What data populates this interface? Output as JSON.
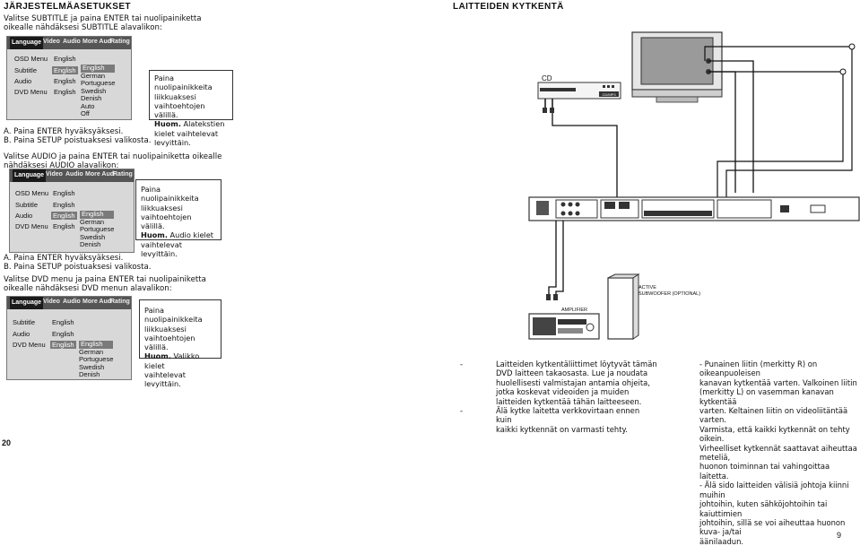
{
  "header": {
    "left": "JÄRJESTELMÄASETUKSET",
    "right": "LAITTEIDEN KYTKENTÄ"
  },
  "section1": {
    "intro": [
      "Valitse SUBTITLE ja paina ENTER tai nuolipainiketta",
      "oikealle nähdäksesi SUBTITLE alavalikon:"
    ],
    "tabs": [
      "Language",
      "Video",
      "Audio",
      "More Aud",
      "Rating"
    ],
    "rows": [
      "OSD Menu",
      "Subtitle",
      "Audio",
      "DVD Menu"
    ],
    "values": [
      "English",
      "English",
      "English",
      "English"
    ],
    "submenu": [
      "English",
      "German",
      "Portuguese",
      "Swedish",
      "Denish",
      "Auto",
      "Off"
    ],
    "callout": [
      "Paina nuolipainikkeita",
      "liikkuaksesi",
      "vaihtoehtojen välillä."
    ],
    "callout_bold": "Huom.",
    "callout_rest": [
      " Alatekstien",
      "kielet vaihtelevat",
      "levyittäin."
    ],
    "steps": [
      "A. Paina ENTER hyväksyäksesi.",
      "B. Paina SETUP poistuaksesi valikosta."
    ]
  },
  "section2": {
    "intro": [
      "Valitse AUDIO ja paina ENTER tai nuolipainiketta oikealle",
      "nähdäksesi AUDIO alavalikon:"
    ],
    "tabs": [
      "Language",
      "Video",
      "Audio",
      "More Aud",
      "Rating"
    ],
    "rows": [
      "OSD Menu",
      "Subtitle",
      "Audio",
      "DVD Menu"
    ],
    "values": [
      "English",
      "English",
      "English",
      "English"
    ],
    "submenu": [
      "English",
      "German",
      "Portuguese",
      "Swedish",
      "Denish"
    ],
    "callout": [
      "Paina nuolipainikkeita",
      "liikkuaksesi",
      "vaihtoehtojen välillä."
    ],
    "callout_bold": "Huom.",
    "callout_rest": [
      " Audio kielet",
      "vaihtelevat levyittäin."
    ],
    "steps": [
      "A. Paina ENTER hyväksyäksesi.",
      "B. Paina SETUP poistuaksesi valikosta."
    ]
  },
  "section3": {
    "intro": [
      "Valitse DVD menu ja paina ENTER tai nuolipainiketta",
      "oikealle nähdäksesi DVD menun alavalikon:"
    ],
    "tabs": [
      "Language",
      "Video",
      "Audio",
      "More Aud",
      "Rating"
    ],
    "rows": [
      "Subtitle",
      "Audio",
      "DVD Menu"
    ],
    "values": [
      "English",
      "English",
      "English"
    ],
    "submenu": [
      "English",
      "German",
      "Portuguese",
      "Swedish",
      "Denish"
    ],
    "callout": [
      "Paina nuolipainikkeita",
      "liikkuaksesi",
      "vaihtoehtojen välillä."
    ],
    "callout_bold": "Huom.",
    "callout_rest": [
      " Valikko kielet",
      "vaihtelevat levyittäin."
    ]
  },
  "diagram": {
    "cd_label": "CD",
    "cd_button": "CD/MP3",
    "amplifier": "AMPLIFIER",
    "sub_label": [
      "ACTIVE",
      "SUBWOOFER (OPTIONAL)"
    ]
  },
  "notes_left": [
    {
      "bullet": "-",
      "lines": [
        "Laitteiden kytkentäliittimet löytyvät tämän",
        "DVD laitteen takaosasta. Lue ja noudata",
        "huolellisesti valmistajan antamia ohjeita,",
        "jotka koskevat videoiden ja muiden",
        "laitteiden kytkentää tähän laitteeseen."
      ]
    },
    {
      "bullet": "-",
      "lines": [
        "Älä kytke laitetta verkkovirtaan ennen kuin",
        "kaikki kytkennät on varmasti tehty."
      ]
    }
  ],
  "notes_right": [
    "- Punainen liitin (merkitty R) on oikeanpuoleisen",
    "kanavan kytkentää varten. Valkoinen liitin",
    "(merkitty L) on vasemman kanavan kytkentää",
    "varten. Keltainen liitin on videoliitäntää varten.",
    "Varmista, että kaikki kytkennät on tehty oikein.",
    "Virheelliset kytkennät saattavat aiheuttaa meteliä,",
    "huonon toiminnan tai vahingoittaa laitetta.",
    "- Älä sido laitteiden välisiä johtoja kiinni muihin",
    "johtoihin, kuten sähköjohtoihin tai kaiuttimien",
    "johtoihin, sillä se voi aiheuttaa huonon kuva- ja/tai",
    "äänilaadun."
  ],
  "page_left": "20",
  "page_right": "9"
}
